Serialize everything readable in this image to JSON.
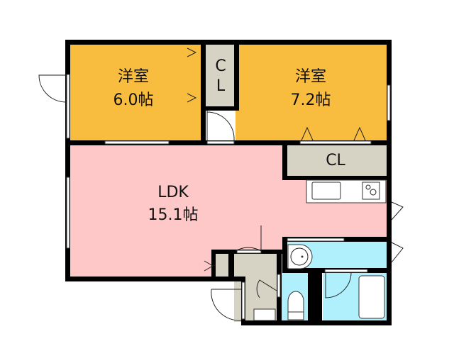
{
  "rooms": {
    "western1": {
      "name": "洋室",
      "size": "6.0帖"
    },
    "western2": {
      "name": "洋室",
      "size": "7.2帖"
    },
    "closet1": {
      "line1": "C",
      "line2": "L"
    },
    "closet2": {
      "name": "CL"
    },
    "ldk": {
      "name": "LDK",
      "size": "15.1帖"
    }
  },
  "colors": {
    "western": "#f8bd3f",
    "ldk": "#ffc8c8",
    "closet": "#d6d3c5",
    "wet": "#b0f0fc",
    "wall": "#000000"
  }
}
